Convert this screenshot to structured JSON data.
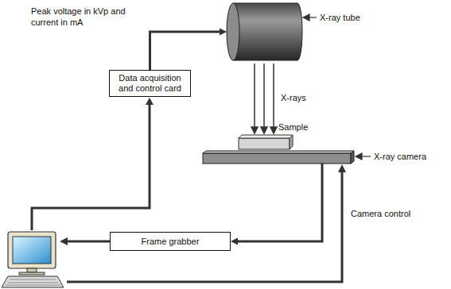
{
  "diagram": {
    "nodes": [
      {
        "text": [
          "X-ray tube"
        ]
      },
      {
        "text": [
          "Data acquisition and control card"
        ]
      },
      {
        "text": [
          "Sample"
        ]
      },
      {
        "text": [
          "X-ray camera"
        ]
      },
      {
        "text": [
          "Frame grabber"
        ]
      }
    ],
    "edges": [
      {
        "from": 1,
        "to": 0,
        "arrow": "to",
        "label": "Peak voltage in kVp and current in mA"
      },
      {
        "from": 3,
        "to": 4,
        "arrow": "to"
      }
    ],
    "labels": [
      "X-rays",
      "Camera control"
    ]
  }
}
